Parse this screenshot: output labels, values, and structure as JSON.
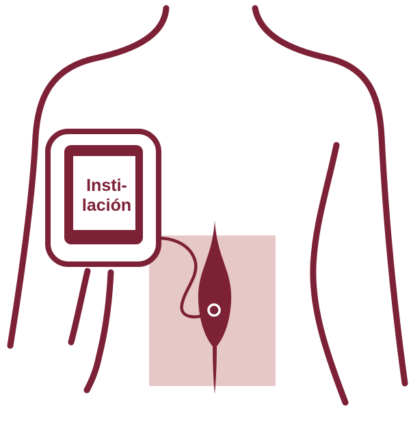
{
  "diagram": {
    "device_label_line1": "Insti-",
    "device_label_line2": "lación",
    "colors": {
      "outline": "#7d2137",
      "area_fill": "#e7c8c8",
      "background": "#ffffff",
      "label_text": "#7d2137"
    },
    "shapes": [
      "torso-outline",
      "instillation-bag",
      "tubing",
      "treatment-area",
      "catheter"
    ]
  }
}
